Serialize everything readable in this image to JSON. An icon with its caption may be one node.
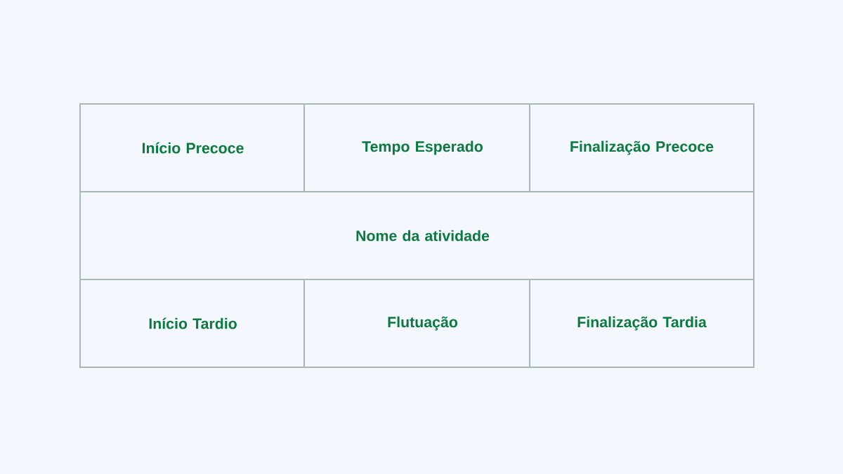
{
  "diagram": {
    "nodes": [
      {
        "text": [
          "Início Precoce"
        ]
      },
      {
        "text": [
          "Tempo Esperado"
        ]
      },
      {
        "text": [
          "Finalização Precoce"
        ]
      },
      {
        "text": [
          "Nome da atividade"
        ]
      },
      {
        "text": [
          "Início Tardio"
        ]
      },
      {
        "text": [
          "Flutuação"
        ]
      },
      {
        "text": [
          "Finalização Tardia"
        ]
      }
    ]
  }
}
